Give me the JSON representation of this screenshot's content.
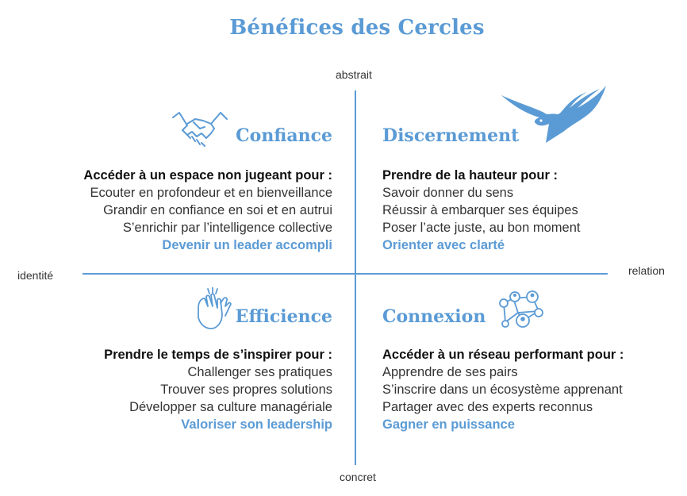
{
  "title": "Bénéfices des Cercles",
  "axes": {
    "top": "abstrait",
    "bottom": "concret",
    "left": "identité",
    "right": "relation"
  },
  "accent_color": "#5b9bd5",
  "quadrants": {
    "top_left": {
      "heading": "Confiance",
      "icon": "handshake-icon",
      "lead": "Accéder à un espace non jugeant pour :",
      "items": [
        "Ecouter en profondeur et en bienveillance",
        "Grandir en confiance en soi et en autrui",
        "S’enrichir par l’intelligence collective"
      ],
      "cta": "Devenir un leader accompli"
    },
    "top_right": {
      "heading": "Discernement",
      "icon": "eagle-icon",
      "lead": "Prendre de la hauteur pour :",
      "items": [
        "Savoir donner du sens",
        "Réussir à embarquer ses équipes",
        "Poser l’acte juste, au bon moment"
      ],
      "cta": "Orienter avec clarté"
    },
    "bottom_left": {
      "heading": "Efficience",
      "icon": "clapping-hands-icon",
      "lead": "Prendre le temps de s’inspirer pour :",
      "items": [
        "Challenger ses pratiques",
        "Trouver ses propres solutions",
        "Développer sa culture managériale"
      ],
      "cta": "Valoriser son leadership"
    },
    "bottom_right": {
      "heading": "Connexion",
      "icon": "network-icon",
      "lead": "Accéder à un réseau performant pour :",
      "items": [
        "Apprendre de ses pairs",
        "S’inscrire dans un écosystème apprenant",
        "Partager avec des experts reconnus"
      ],
      "cta": "Gagner en puissance"
    }
  }
}
